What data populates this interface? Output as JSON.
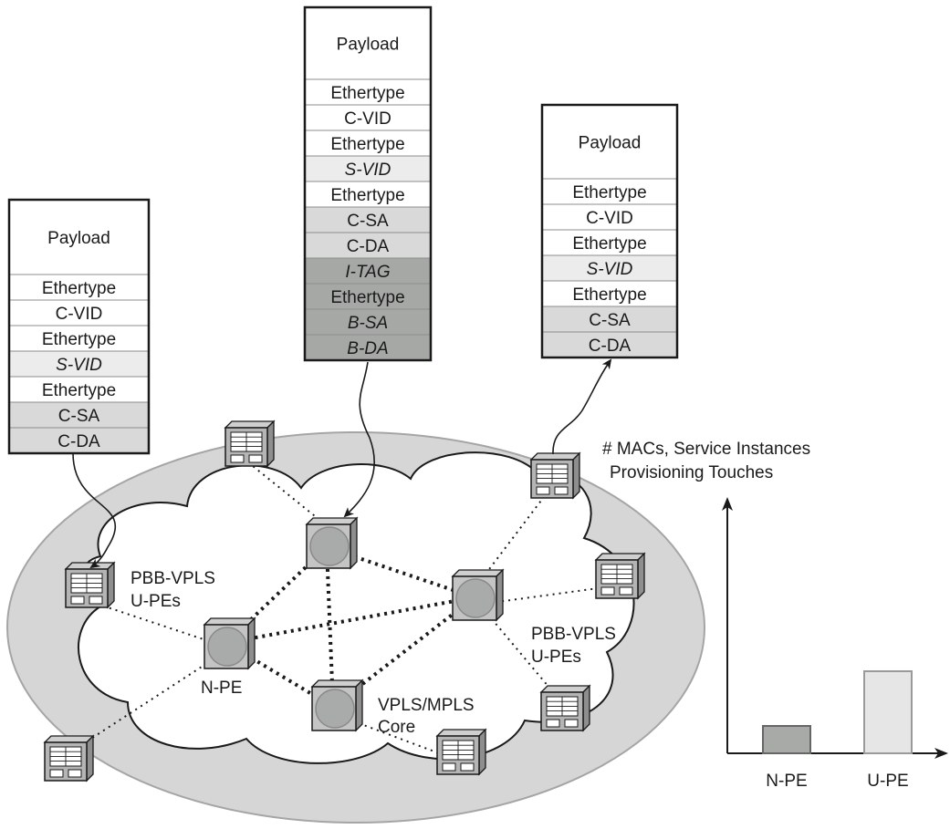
{
  "frames": {
    "left": {
      "payload": "Payload",
      "fields": [
        {
          "text": "Ethertype",
          "italic": false,
          "shade": "white"
        },
        {
          "text": "C-VID",
          "italic": false,
          "shade": "white"
        },
        {
          "text": "Ethertype",
          "italic": false,
          "shade": "white"
        },
        {
          "text": "S-VID",
          "italic": true,
          "shade": "light"
        },
        {
          "text": "Ethertype",
          "italic": false,
          "shade": "white"
        },
        {
          "text": "C-SA",
          "italic": false,
          "shade": "mid"
        },
        {
          "text": "C-DA",
          "italic": false,
          "shade": "mid"
        }
      ]
    },
    "center": {
      "payload": "Payload",
      "fields": [
        {
          "text": "Ethertype",
          "italic": false,
          "shade": "white"
        },
        {
          "text": "C-VID",
          "italic": false,
          "shade": "white"
        },
        {
          "text": "Ethertype",
          "italic": false,
          "shade": "white"
        },
        {
          "text": "S-VID",
          "italic": true,
          "shade": "light"
        },
        {
          "text": "Ethertype",
          "italic": false,
          "shade": "white"
        },
        {
          "text": "C-SA",
          "italic": false,
          "shade": "mid"
        },
        {
          "text": "C-DA",
          "italic": false,
          "shade": "mid"
        },
        {
          "text": "I-TAG",
          "italic": true,
          "shade": "dark"
        },
        {
          "text": "Ethertype",
          "italic": false,
          "shade": "dark"
        },
        {
          "text": "B-SA",
          "italic": true,
          "shade": "dark"
        },
        {
          "text": "B-DA",
          "italic": true,
          "shade": "dark"
        }
      ]
    },
    "right": {
      "payload": "Payload",
      "fields": [
        {
          "text": "Ethertype",
          "italic": false,
          "shade": "white"
        },
        {
          "text": "C-VID",
          "italic": false,
          "shade": "white"
        },
        {
          "text": "Ethertype",
          "italic": false,
          "shade": "white"
        },
        {
          "text": "S-VID",
          "italic": true,
          "shade": "light"
        },
        {
          "text": "Ethertype",
          "italic": false,
          "shade": "white"
        },
        {
          "text": "C-SA",
          "italic": false,
          "shade": "mid"
        },
        {
          "text": "C-DA",
          "italic": false,
          "shade": "mid"
        }
      ]
    }
  },
  "network": {
    "left_upe_label_line1": "PBB-VPLS",
    "left_upe_label_line2": "U-PEs",
    "right_upe_label_line1": "PBB-VPLS",
    "right_upe_label_line2": "U-PEs",
    "npe_label": "N-PE",
    "core_label_line1": "VPLS/MPLS",
    "core_label_line2": "Core"
  },
  "chart_data": {
    "type": "bar",
    "title": "",
    "ylabel_line1": "# MACs, Service Instances",
    "ylabel_line2": "Provisioning Touches",
    "categories": [
      "N-PE",
      "U-PE"
    ],
    "values": [
      1,
      3
    ],
    "colors": [
      "#a8aaa8",
      "#e6e6e6"
    ],
    "axis_ticks": false
  },
  "colors": {
    "white": "#ffffff",
    "light": "#ececec",
    "mid": "#d9d9d9",
    "dark": "#a6a8a6",
    "ellipse": "#d6d6d6",
    "device": "#b5b5b5",
    "core_disc": "#a9abaa"
  }
}
